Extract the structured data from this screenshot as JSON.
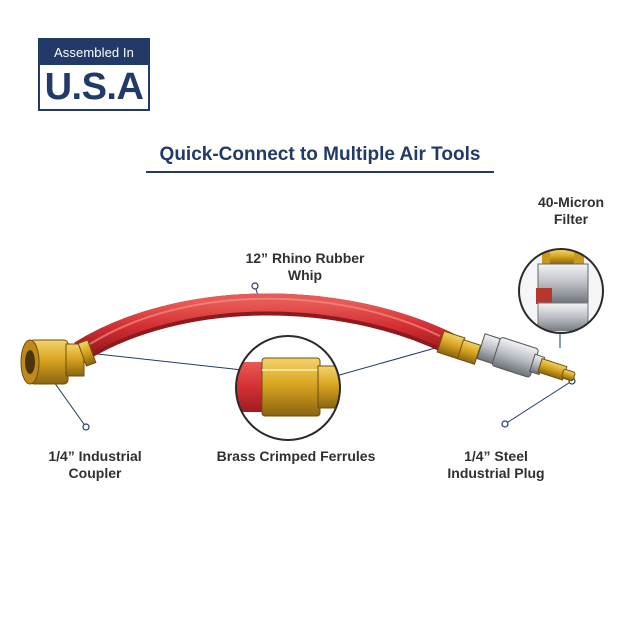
{
  "badge": {
    "top_text": "Assembled In",
    "main_text": "U.S.A"
  },
  "headline": "Quick-Connect to Multiple Air Tools",
  "callouts": {
    "filter": {
      "line1": "40-Micron",
      "line2": "Filter"
    },
    "whip": {
      "line1": "12” Rhino Rubber",
      "line2": "Whip"
    },
    "coupler": {
      "line1": "1/4” Industrial",
      "line2": "Coupler"
    },
    "ferrules": {
      "line1": "Brass Crimped Ferrules"
    },
    "plug": {
      "line1": "1/4” Steel",
      "line2": "Industrial Plug"
    }
  },
  "colors": {
    "navy": "#223a68",
    "hose_red": "#d42f33",
    "brass": "#d9a520",
    "steel": "#b8bcc2"
  }
}
